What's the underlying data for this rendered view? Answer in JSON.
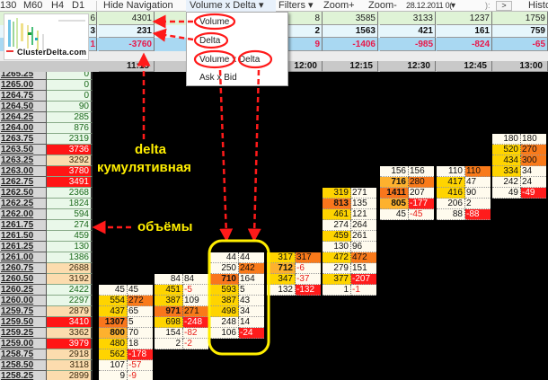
{
  "toolbar": {
    "timeframes": [
      "130",
      "M60",
      "H4",
      "D1"
    ],
    "hide_navigation": "Hide Navigation",
    "view_menu": "Volume x Delta ▾",
    "filters": "Filters ▾",
    "zoom_in": "Zoom+",
    "zoom_out": "Zoom-",
    "date_value": "28.12.2011 0(",
    "date_dropdown": "▾",
    "partial_label": "):",
    "next_button": ">",
    "history": "Histo"
  },
  "view_menu_items": [
    "Volume",
    "Delta",
    "Volume x Delta",
    "Ask x Bid"
  ],
  "logo": "ClusterDelta.com",
  "summary": {
    "left_fragments": [
      "6",
      "3",
      "1"
    ],
    "columns": [
      {
        "key": "A",
        "time": "11:15",
        "volume": "4301",
        "delta": "231",
        "cum_delta": "-3760"
      },
      {
        "key": "D",
        "time": "12:00",
        "volume": "8",
        "delta": "2",
        "cum_delta": "9"
      },
      {
        "key": "E",
        "time": "12:15",
        "volume": "3585",
        "delta": "1563",
        "cum_delta": "-1406"
      },
      {
        "key": "F",
        "time": "12:30",
        "volume": "3133",
        "delta": "421",
        "cum_delta": "-985"
      },
      {
        "key": "G",
        "time": "12:45",
        "volume": "1237",
        "delta": "161",
        "cum_delta": "-824"
      },
      {
        "key": "H",
        "time": "13:00",
        "volume": "1759",
        "delta": "759",
        "cum_delta": "-65"
      }
    ]
  },
  "price_volume": [
    [
      "1265.25",
      "0",
      "g"
    ],
    [
      "1265.00",
      "0",
      "g"
    ],
    [
      "1264.75",
      "0",
      "g"
    ],
    [
      "1264.50",
      "90",
      "g"
    ],
    [
      "1264.25",
      "285",
      "g"
    ],
    [
      "1264.00",
      "876",
      "g"
    ],
    [
      "1263.75",
      "2319",
      "g"
    ],
    [
      "1263.50",
      "3736",
      "r"
    ],
    [
      "1263.25",
      "3292",
      "p"
    ],
    [
      "1263.00",
      "3780",
      "r"
    ],
    [
      "1262.75",
      "3491",
      "r"
    ],
    [
      "1262.50",
      "2368",
      "g"
    ],
    [
      "1262.25",
      "1824",
      "g"
    ],
    [
      "1262.00",
      "594",
      "g"
    ],
    [
      "1261.75",
      "274",
      "g"
    ],
    [
      "1261.50",
      "459",
      "g"
    ],
    [
      "1261.25",
      "130",
      "g"
    ],
    [
      "1261.00",
      "1386",
      "g"
    ],
    [
      "1260.75",
      "2688",
      "p"
    ],
    [
      "1260.50",
      "3192",
      "p"
    ],
    [
      "1260.25",
      "2422",
      "g"
    ],
    [
      "1260.00",
      "2297",
      "g"
    ],
    [
      "1259.75",
      "2879",
      "p"
    ],
    [
      "1259.50",
      "3410",
      "r"
    ],
    [
      "1259.25",
      "3362",
      "p"
    ],
    [
      "1259.00",
      "3979",
      "r"
    ],
    [
      "1258.75",
      "2918",
      "p"
    ],
    [
      "1258.50",
      "3118",
      "p"
    ],
    [
      "1258.25",
      "2899",
      "p"
    ]
  ],
  "clusters": [
    {
      "key": "A",
      "start": "1260.25",
      "cells": [
        [
          "45",
          "w",
          "45",
          ""
        ],
        [
          "554",
          "y",
          "272",
          "o"
        ],
        [
          "437",
          "y",
          "65",
          ""
        ],
        [
          "1307",
          "o",
          "5",
          ""
        ],
        [
          "800",
          "lo",
          "70",
          ""
        ],
        [
          "480",
          "y",
          "18",
          ""
        ],
        [
          "562",
          "y",
          "-178",
          "r"
        ],
        [
          "107",
          "w",
          "-57",
          "neg"
        ],
        [
          "9",
          "w",
          "-9",
          "neg"
        ]
      ]
    },
    {
      "key": "B",
      "start": "1260.50",
      "cells": [
        [
          "84",
          "w",
          "84",
          ""
        ],
        [
          "451",
          "y",
          "-5",
          "neg"
        ],
        [
          "387",
          "y",
          "109",
          ""
        ],
        [
          "971",
          "o",
          "271",
          "o"
        ],
        [
          "698",
          "y",
          "-248",
          "r"
        ],
        [
          "154",
          "w",
          "-82",
          "neg"
        ],
        [
          "2",
          "w",
          "-2",
          "neg"
        ]
      ]
    },
    {
      "key": "C",
      "start": "1261.00",
      "cells": [
        [
          "44",
          "w",
          "44",
          ""
        ],
        [
          "250",
          "w",
          "242",
          "o"
        ],
        [
          "710",
          "o",
          "164",
          ""
        ],
        [
          "593",
          "y",
          "5",
          ""
        ],
        [
          "387",
          "y",
          "43",
          ""
        ],
        [
          "498",
          "y",
          "34",
          ""
        ],
        [
          "248",
          "w",
          "14",
          ""
        ],
        [
          "106",
          "w",
          "-24",
          "r"
        ]
      ]
    },
    {
      "key": "D",
      "start": "1261.00",
      "cells": [
        [
          "317",
          "y",
          "317",
          "o"
        ],
        [
          "712",
          "lo",
          "-6",
          "neg"
        ],
        [
          "347",
          "y",
          "-37",
          "neg"
        ],
        [
          "132",
          "w",
          "-132",
          "r"
        ]
      ]
    },
    {
      "key": "E",
      "start": "1262.50",
      "cells": [
        [
          "319",
          "y",
          "271",
          ""
        ],
        [
          "813",
          "o",
          "135",
          ""
        ],
        [
          "461",
          "y",
          "121",
          ""
        ],
        [
          "274",
          "w",
          "264",
          ""
        ],
        [
          "459",
          "y",
          "261",
          ""
        ],
        [
          "130",
          "w",
          "96",
          ""
        ],
        [
          "472",
          "y",
          "472",
          "o"
        ],
        [
          "279",
          "w",
          "151",
          ""
        ],
        [
          "377",
          "y",
          "-207",
          "r"
        ],
        [
          "1",
          "w",
          "-1",
          "neg"
        ]
      ]
    },
    {
      "key": "F",
      "start": "1263.00",
      "cells": [
        [
          "156",
          "w",
          "156",
          ""
        ],
        [
          "716",
          "lo",
          "280",
          "o"
        ],
        [
          "1411",
          "o",
          "207",
          ""
        ],
        [
          "805",
          "lo",
          "-177",
          "r"
        ],
        [
          "45",
          "w",
          "-45",
          "neg"
        ]
      ]
    },
    {
      "key": "G",
      "start": "1263.00",
      "cells": [
        [
          "110",
          "w",
          "110",
          "o"
        ],
        [
          "417",
          "y",
          "47",
          ""
        ],
        [
          "416",
          "y",
          "90",
          ""
        ],
        [
          "206",
          "w",
          "2",
          ""
        ],
        [
          "88",
          "w",
          "-88",
          "r"
        ]
      ]
    },
    {
      "key": "H",
      "start": "1263.75",
      "cells": [
        [
          "180",
          "w",
          "180",
          ""
        ],
        [
          "520",
          "y",
          "270",
          "o"
        ],
        [
          "434",
          "y",
          "300",
          "o"
        ],
        [
          "334",
          "y",
          "34",
          ""
        ],
        [
          "242",
          "w",
          "24",
          ""
        ],
        [
          "49",
          "w",
          "-49",
          "r"
        ]
      ]
    }
  ],
  "annotations": {
    "delta": "delta",
    "cumulative": "кумулятивная",
    "volumes": "объёмы"
  },
  "colors": {
    "annotation_text": "#ffee00",
    "annotation_arrows": "#ff1a1a",
    "highlight_box": "#ffee00",
    "background": "#000000"
  }
}
